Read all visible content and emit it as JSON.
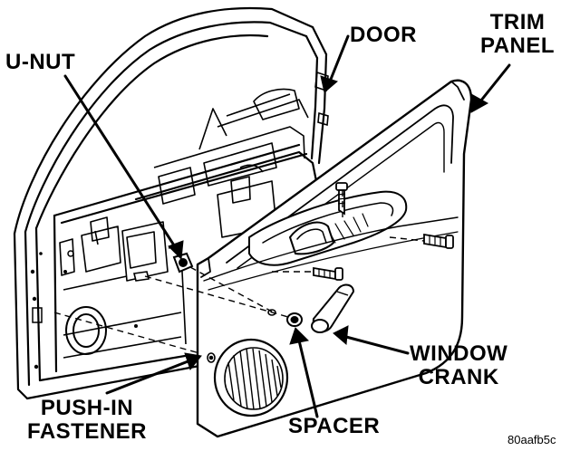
{
  "labels": {
    "door": "DOOR",
    "trim_panel_line1": "TRIM",
    "trim_panel_line2": "PANEL",
    "u_nut": "U-NUT",
    "window_crank_line1": "WINDOW",
    "window_crank_line2": "CRANK",
    "push_in_fastener_line1": "PUSH-IN",
    "push_in_fastener_line2": "FASTENER",
    "spacer": "SPACER"
  },
  "figure_code": "80aafb5c",
  "colors": {
    "ink": "#000000",
    "paper": "#ffffff"
  }
}
